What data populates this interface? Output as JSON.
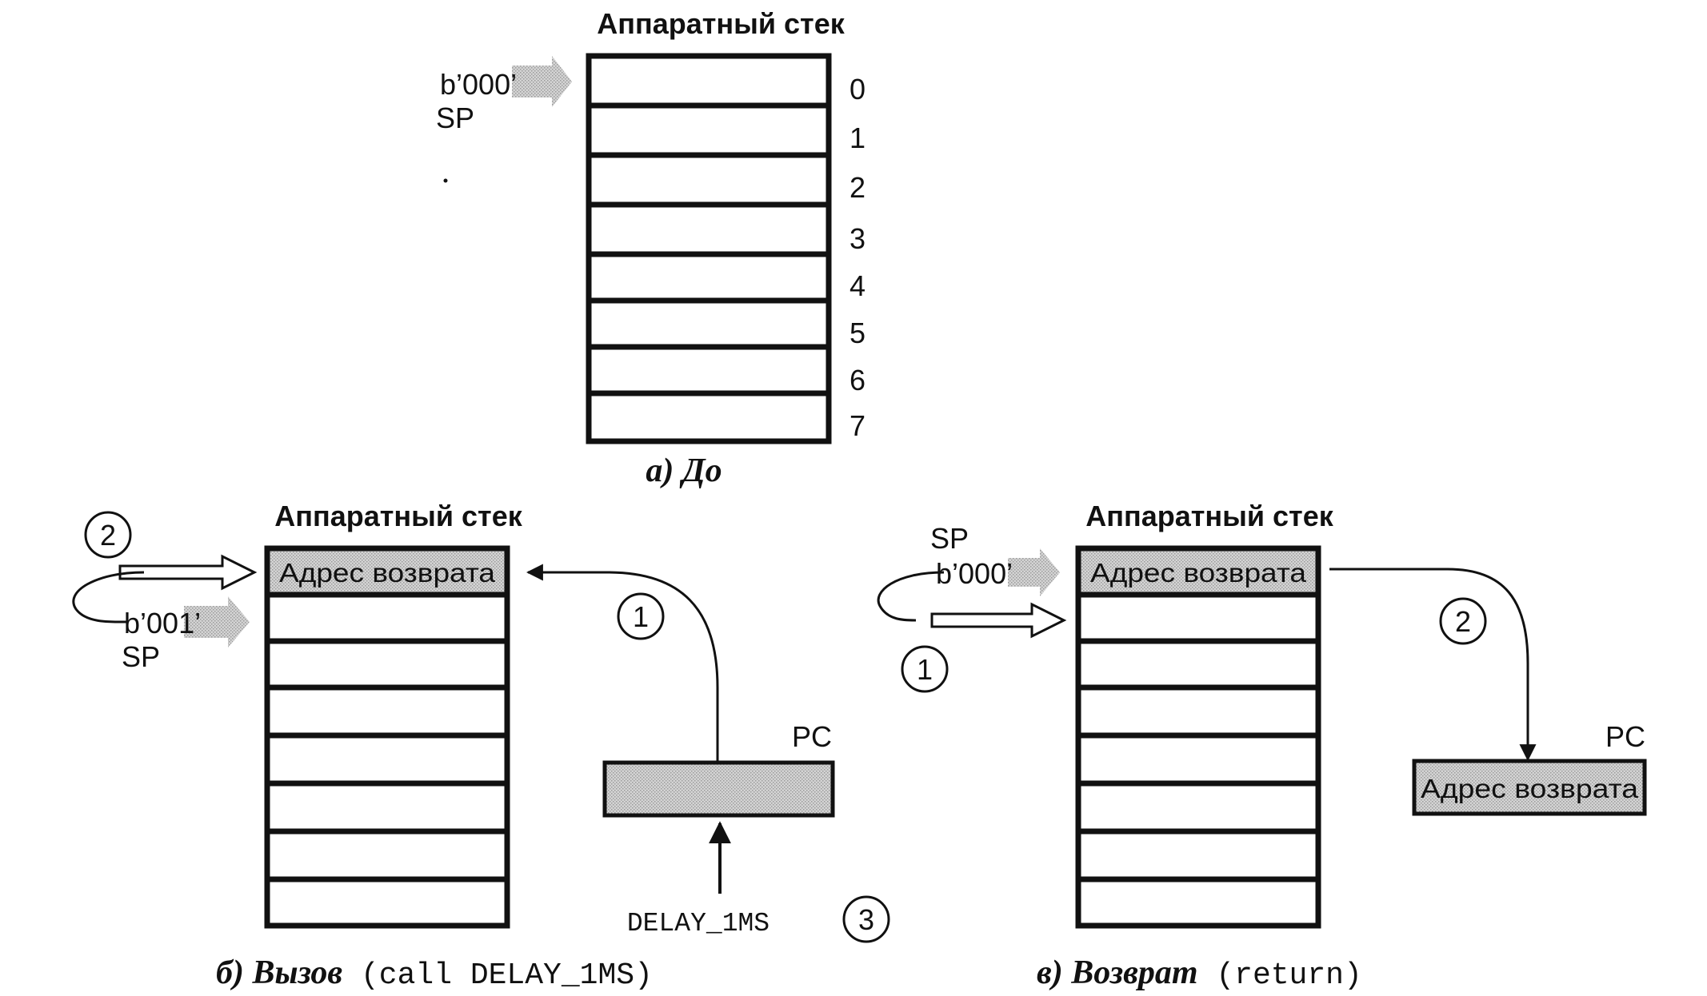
{
  "panel_a": {
    "title": "Аппаратный стек",
    "sp_value": "b’000’",
    "sp_label": "SP",
    "indices": [
      "0",
      "1",
      "2",
      "3",
      "4",
      "5",
      "6",
      "7"
    ],
    "caption": "а) До"
  },
  "panel_b": {
    "title": "Аппаратный стек",
    "cell0_text": "Адрес возврата",
    "step_2": "2",
    "step_1": "1",
    "step_3": "3",
    "sp_value": "b’001’",
    "sp_label": "SP",
    "pc_label": "PC",
    "target_label": "DELAY_1MS",
    "caption_italic": "б) Вызов",
    "caption_code": " (call DELAY_1MS)"
  },
  "panel_c": {
    "title": "Аппаратный стек",
    "cell0_text": "Адрес возврата",
    "sp_label": "SP",
    "sp_value": "b’000’",
    "step_1": "1",
    "step_2": "2",
    "pc_label": "PC",
    "pc_value": "Адрес возврата",
    "caption_italic": "в) Возврат",
    "caption_code": " (return)"
  },
  "colors": {
    "ink": "#111111",
    "shade": "#c8c8c8",
    "shade_light": "#dedede"
  }
}
